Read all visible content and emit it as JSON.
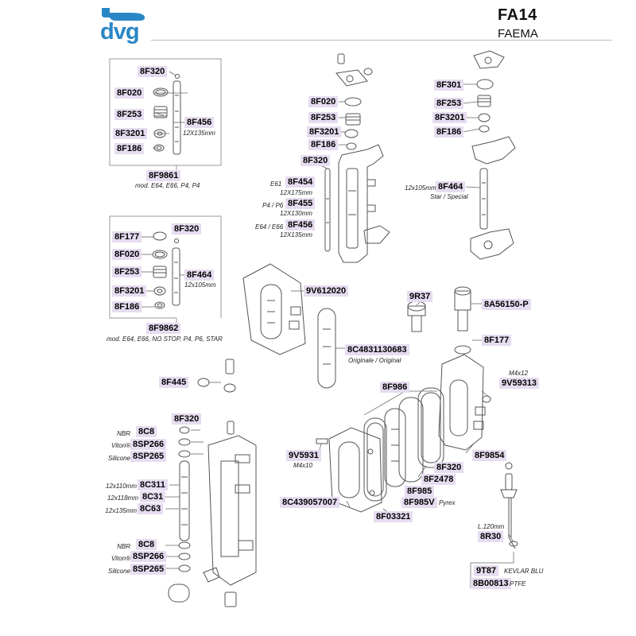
{
  "header": {
    "logo_text": "dvg",
    "title": "FA14",
    "subtitle": "FAEMA"
  },
  "colors": {
    "code_bg": "#e6dcf0",
    "logo_blue": "#2a87c6",
    "line": "#666666"
  },
  "groups": {
    "g1": {
      "codes": {
        "a": "8F320",
        "b": "8F020",
        "c": "8F253",
        "d": "8F3201",
        "e": "8F186",
        "f": "8F456"
      },
      "f_note": "12X135mm",
      "kit_code": "8F9861",
      "kit_note": "mod. E64, E66, P4, P4"
    },
    "g2": {
      "codes": {
        "a": "8F020",
        "b": "8F253",
        "c": "8F3201",
        "d": "8F186",
        "e": "8F320",
        "f": "8F454",
        "g": "8F455",
        "h": "8F456"
      },
      "notes": {
        "f_left": "E61",
        "f_below": "12X175mm",
        "g_left": "P4 / P6",
        "g_below": "12X130mm",
        "h_left": "E64 / E66",
        "h_below": "12X135mm"
      }
    },
    "g3": {
      "codes": {
        "a": "8F301",
        "b": "8F253",
        "c": "8F3201",
        "d": "8F186",
        "e": "8F464"
      },
      "notes": {
        "e_left": "12x105mm",
        "e_below": "Star / Special"
      }
    },
    "g4": {
      "codes": {
        "a": "8F177",
        "b": "8F320",
        "c": "8F020",
        "d": "8F253",
        "e": "8F464",
        "f": "8F3201",
        "g": "8F186"
      },
      "e_note": "12x105mm",
      "kit_code": "8F9862",
      "kit_note": "mod. E64, E66, NO STOP, P4, P6, STAR"
    },
    "g5": {
      "codes": {
        "a": "9V612020",
        "b": "9R37",
        "c": "8A56150-P",
        "d": "8F177",
        "e": "8C4831130683"
      },
      "e_note": "Originale / Original"
    },
    "g6": {
      "codes": {
        "a": "8F445",
        "b": "8F320",
        "c": "8C8",
        "d": "8SP266",
        "e": "8SP265",
        "f": "8C311",
        "g": "8C31",
        "h": "8C63",
        "i": "8C8",
        "j": "8SP266",
        "k": "8SP265"
      },
      "notes": {
        "c": "NBR",
        "d": "Viton®",
        "e": "Silicone",
        "f": "12x110mm",
        "g": "12x118mm",
        "h": "12x135mm",
        "i": "NBR",
        "j": "Viton®",
        "k": "Silicone"
      }
    },
    "g7": {
      "codes": {
        "a": "8F986",
        "b": "9V59313",
        "c": "9V5931",
        "d": "8C439057007",
        "e": "8F320",
        "f": "8F9854",
        "g": "8F2478",
        "h": "8F985",
        "i": "8F985V",
        "j": "8F03321"
      },
      "notes": {
        "b_above": "M4x12",
        "c_below": "M4x10",
        "i_right": "Pyrex"
      }
    },
    "g8": {
      "codes": {
        "a": "8R30",
        "b": "9T87",
        "c": "8B00813"
      },
      "notes": {
        "a_above": "L.120mm",
        "b_right": "KEVLAR BLU",
        "c_right": "PTFE"
      }
    }
  }
}
